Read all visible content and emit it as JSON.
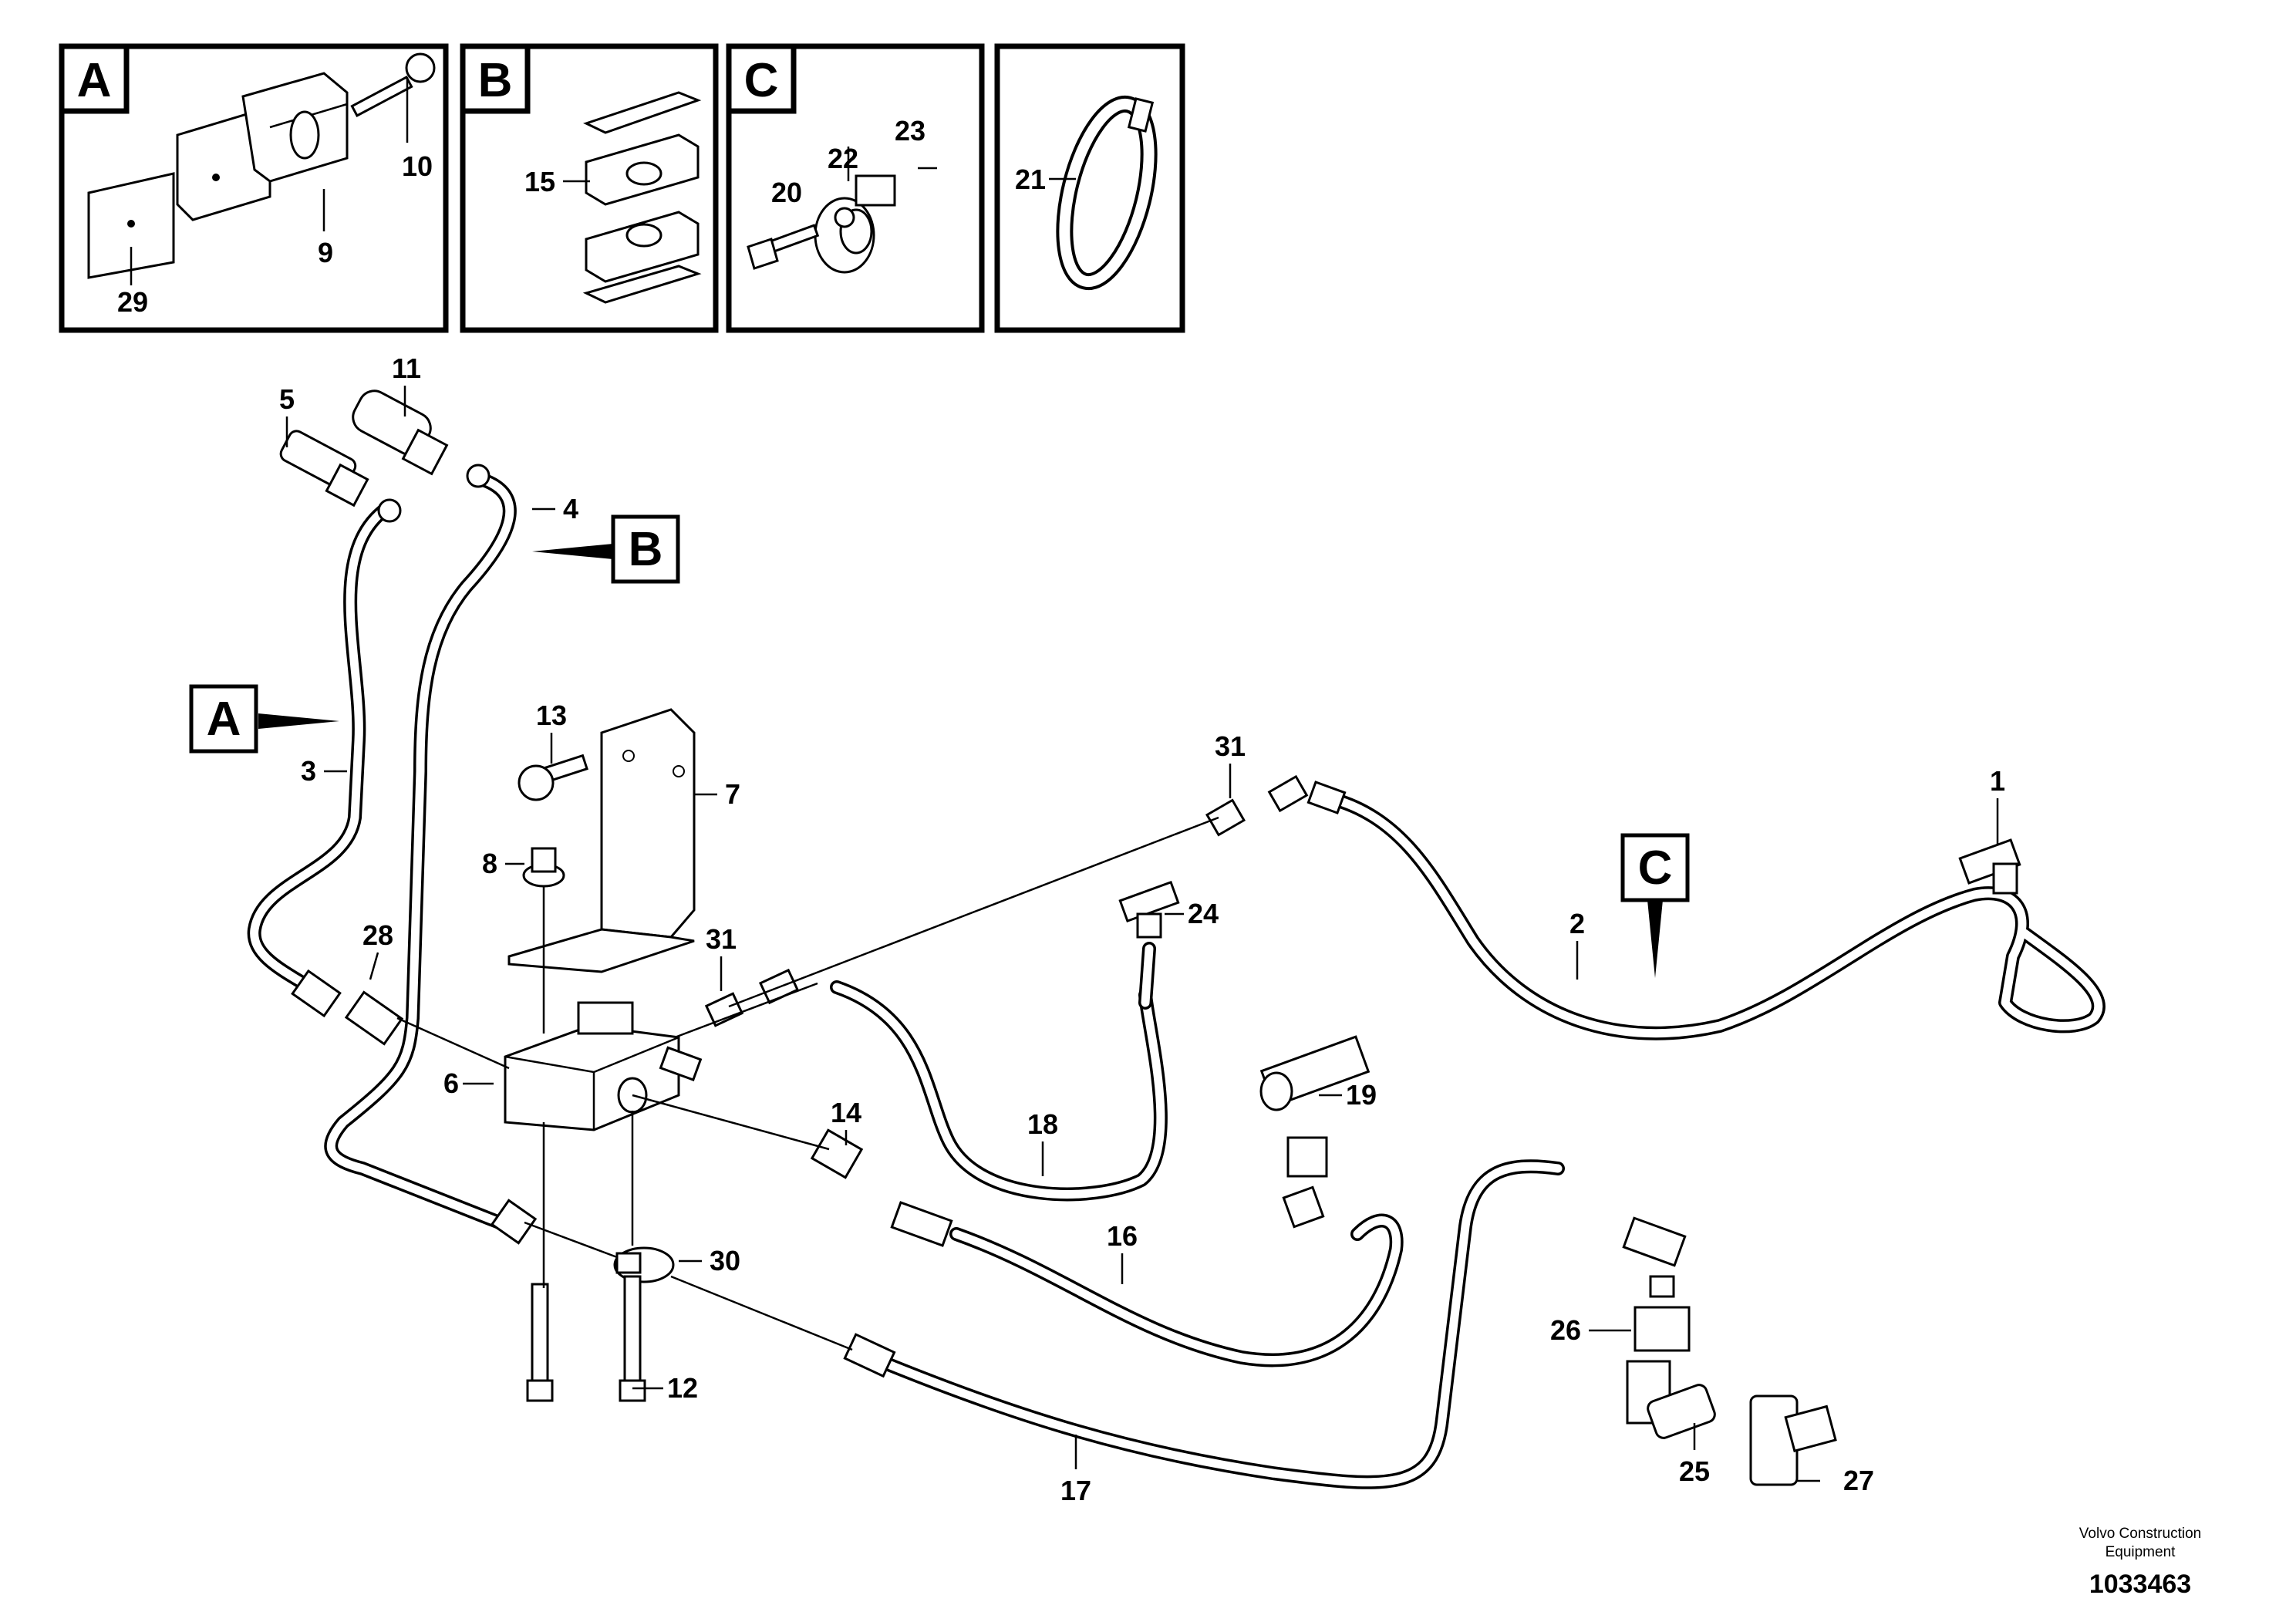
{
  "detail_panels": [
    {
      "letter": "A",
      "callouts": [
        "10",
        "9",
        "29"
      ]
    },
    {
      "letter": "B",
      "callouts": [
        "15"
      ]
    },
    {
      "letter": "C",
      "callouts": [
        "22",
        "23",
        "20"
      ]
    },
    {
      "letter": "",
      "callouts": [
        "21"
      ]
    }
  ],
  "view_markers": {
    "a": "A",
    "b": "B",
    "c": "C"
  },
  "callouts": {
    "p1": "1",
    "p2": "2",
    "p3": "3",
    "p4": "4",
    "p5": "5",
    "p6": "6",
    "p7": "7",
    "p8": "8",
    "p11": "11",
    "p12": "12",
    "p13": "13",
    "p14": "14",
    "p16": "16",
    "p17": "17",
    "p18": "18",
    "p19": "19",
    "p24": "24",
    "p25": "25",
    "p26": "26",
    "p27": "27",
    "p28": "28",
    "p30": "30",
    "p31a": "31",
    "p31b": "31"
  },
  "footer": {
    "brand_line1": "Volvo Construction",
    "brand_line2": "Equipment",
    "doc_number": "1033463"
  }
}
